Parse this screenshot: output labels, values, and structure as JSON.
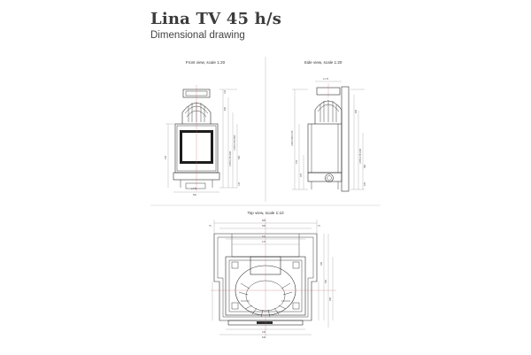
{
  "header": {
    "title": "Lina TV 45 h/s",
    "subtitle": "Dimensional drawing"
  },
  "views": {
    "front": {
      "caption": "Front view, scale 1:20"
    },
    "side": {
      "caption": "Side view, scale 1:20"
    },
    "top": {
      "caption": "Top view, scale 1:10"
    }
  },
  "dimensions": {
    "front_bottom": "ø 175",
    "front_right_small": "120",
    "front_right_a": "600",
    "front_right_b": "1075/1175/1260",
    "front_right_c": "1375/1475/1560",
    "front_right_d": "505",
    "front_right_e": "145",
    "front_left": "435",
    "front_width": "500",
    "side_top": "ø 175",
    "side_left_a": "1280/1390/1475",
    "side_left_b": "445",
    "side_left_c": "375",
    "side_right_a": "600",
    "side_right_b": "1075/1175/1260",
    "side_right_c": "385",
    "side_right_d": "225",
    "top_width_a": "685",
    "top_width_b": "658",
    "top_width_c": "520",
    "top_width_d": "475",
    "top_bottom_a": "430",
    "top_bottom_b": "546",
    "top_side_left": "75",
    "top_side_right": "75",
    "top_right_a": "335",
    "top_right_b": "500",
    "top_right_c": "305"
  }
}
